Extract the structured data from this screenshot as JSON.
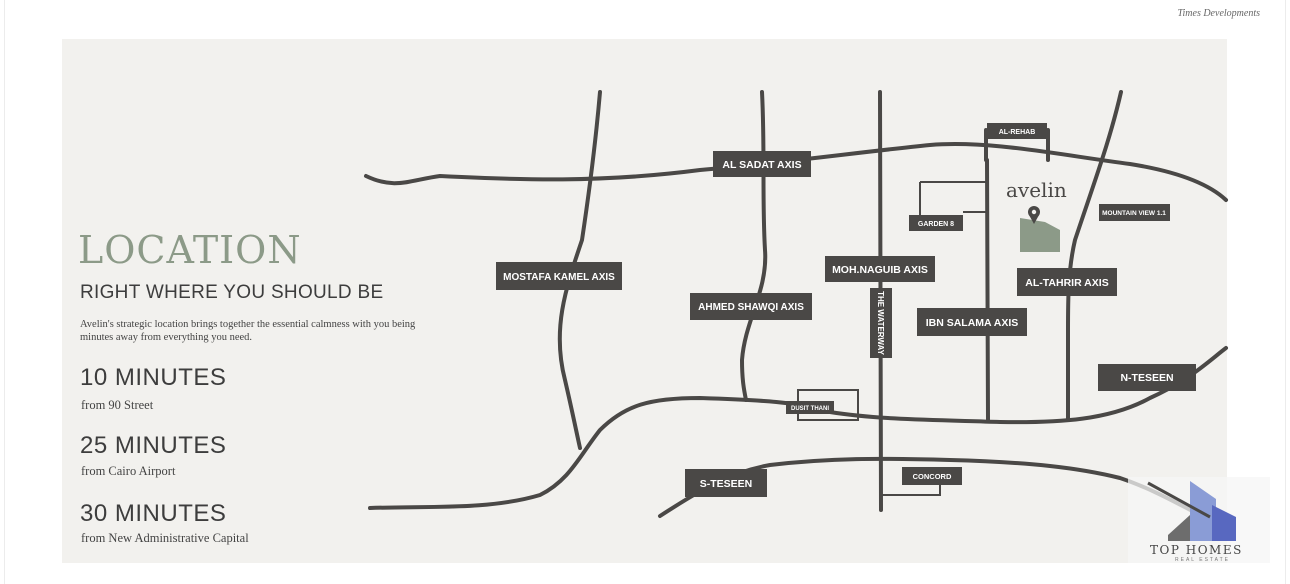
{
  "brand": "Times Developments",
  "section": {
    "title": "LOCATION",
    "subtitle": "RIGHT WHERE YOU SHOULD BE",
    "description": "Avelin's strategic location brings together the essential calmness with you being minutes away from everything you need."
  },
  "stats": [
    {
      "value": "10 MINUTES",
      "note": "from 90 Street"
    },
    {
      "value": "25 MINUTES",
      "note": "from Cairo Airport"
    },
    {
      "value": "30 MINUTES",
      "note": "from New Administrative Capital"
    }
  ],
  "map": {
    "project_name": "avelin",
    "labels": {
      "al_sadat": "AL SADAT AXIS",
      "mostafa_kamel": "MOSTAFA KAMEL AXIS",
      "ahmed_shawqi": "AHMED SHAWQI AXIS",
      "moh_naguib": "MOH.NAGUIB AXIS",
      "the_waterway": "THE WATERWAY",
      "ibn_salama": "IBN SALAMA AXIS",
      "al_tahrir": "AL-TAHRIR AXIS",
      "al_rehab": "AL-REHAB",
      "garden_8": "GARDEN 8",
      "mountain_view": "MOUNTAIN VIEW 1.1",
      "n_teseen": "N-TESEEN",
      "s_teseen": "S-TESEEN",
      "dusit_thani": "DUSIT THANI",
      "concord": "CONCORD"
    }
  },
  "watermark": {
    "name": "TOP HOMES",
    "tagline": "REAL ESTATE"
  },
  "colors": {
    "panel": "#f2f1ee",
    "road": "#4a4846",
    "accent": "#8c9a88"
  }
}
